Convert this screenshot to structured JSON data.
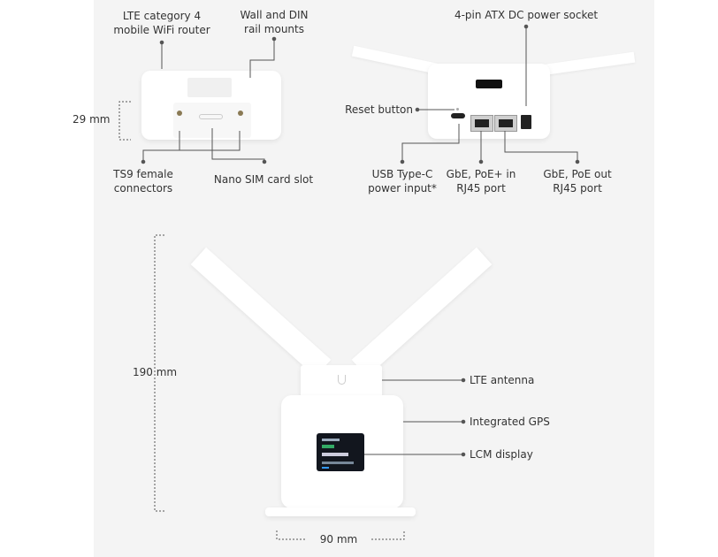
{
  "top_left_view": {
    "labels": {
      "router_line1": "LTE category 4",
      "router_line2": "mobile WiFi router",
      "mounts_line1": "Wall and DIN",
      "mounts_line2": "rail mounts",
      "height": "29 mm",
      "ts9_line1": "TS9 female",
      "ts9_line2": "connectors",
      "sim": "Nano SIM card slot"
    }
  },
  "top_right_view": {
    "labels": {
      "dc_socket": "4-pin ATX DC power socket",
      "reset": "Reset button",
      "usbc_line1": "USB Type-C",
      "usbc_line2": "power input*",
      "poe_in_line1": "GbE, PoE+ in",
      "poe_in_line2": "RJ45 port",
      "poe_out_line1": "GbE, PoE out",
      "poe_out_line2": "RJ45 port"
    }
  },
  "front_view": {
    "labels": {
      "height": "190 mm",
      "antenna": "LTE antenna",
      "gps": "Integrated GPS",
      "lcm": "LCM display",
      "width": "90 mm"
    }
  },
  "colors": {
    "panel": "#f4f4f4",
    "text": "#333333",
    "line": "#555555"
  }
}
